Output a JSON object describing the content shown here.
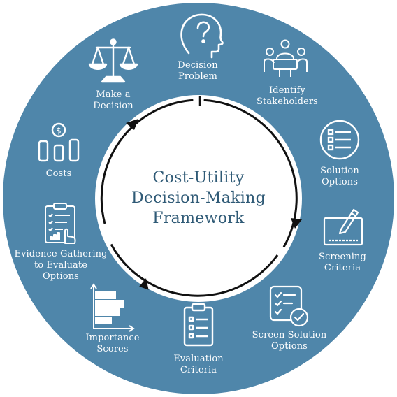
{
  "center": {
    "line1": "Cost-Utility",
    "line2": "Decision-Making",
    "line3": "Framework"
  },
  "colors": {
    "ring": "#4f86aa",
    "ring_dark": "#3f7297",
    "title": "#2f5a76",
    "icon": "#ffffff",
    "loop": "#111111"
  },
  "steps": [
    {
      "icon": "head-question-icon",
      "line1": "Decision",
      "line2": "Problem"
    },
    {
      "icon": "people-table-icon",
      "line1": "Identify",
      "line2": "Stakeholders"
    },
    {
      "icon": "list-circle-icon",
      "line1": "Solution",
      "line2": "Options"
    },
    {
      "icon": "pen-board-icon",
      "line1": "Screening",
      "line2": "Criteria"
    },
    {
      "icon": "checklist-check-icon",
      "line1": "Screen Solution",
      "line2": "Options"
    },
    {
      "icon": "clipboard-list-icon",
      "line1": "Evaluation",
      "line2": "Criteria"
    },
    {
      "icon": "bar-chart-icon",
      "line1": "Importance",
      "line2": "Scores"
    },
    {
      "icon": "clipboard-chart-icon",
      "line1": "Evidence-Gathering",
      "line2": "to Evaluate",
      "line3": "Options"
    },
    {
      "icon": "coin-bars-icon",
      "line1": "Costs"
    },
    {
      "icon": "scales-icon",
      "line1": "Make a",
      "line2": "Decision"
    }
  ]
}
